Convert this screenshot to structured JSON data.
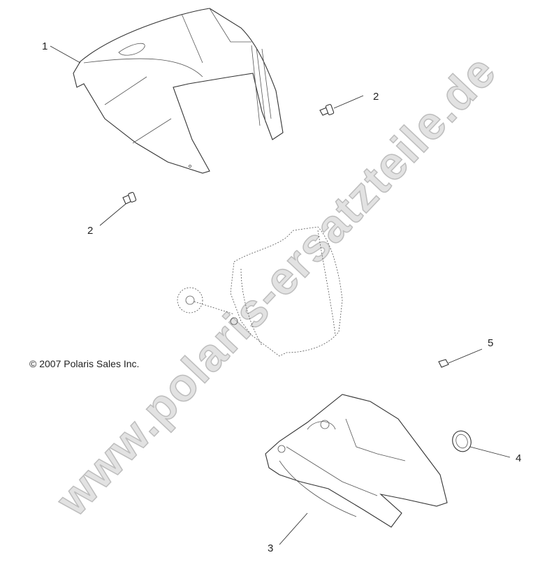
{
  "diagram": {
    "callouts": [
      {
        "id": "1",
        "label": "1"
      },
      {
        "id": "2a",
        "label": "2"
      },
      {
        "id": "2b",
        "label": "2"
      },
      {
        "id": "3",
        "label": "3"
      },
      {
        "id": "4",
        "label": "4"
      },
      {
        "id": "5",
        "label": "5"
      }
    ],
    "copyright": "© 2007 Polaris Sales Inc.",
    "watermark": "www.polaris-ersatzteile.de"
  }
}
